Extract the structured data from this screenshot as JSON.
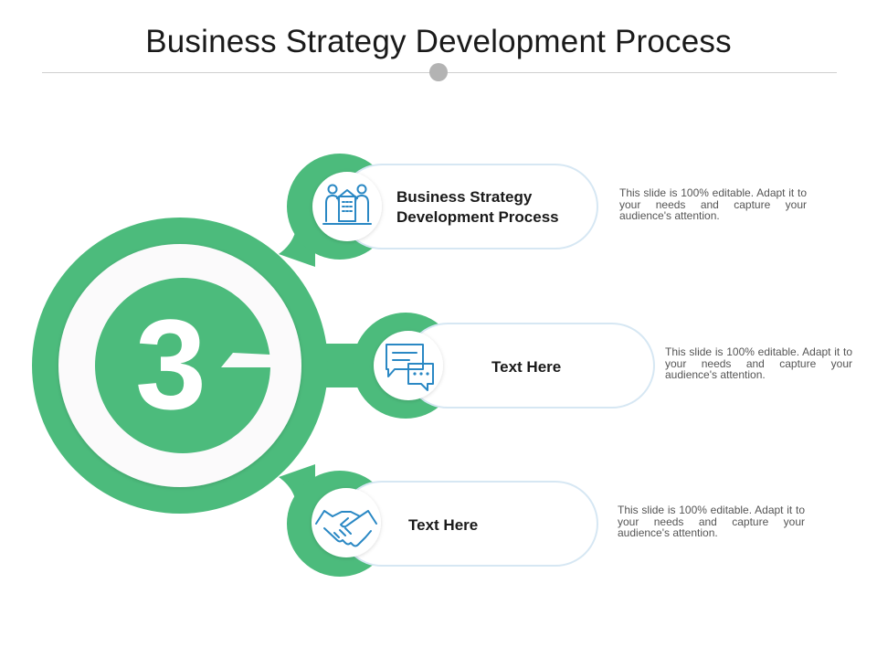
{
  "title": "Business Strategy Development Process",
  "colors": {
    "accent": "#4cbb7c",
    "icon": "#2a88c4",
    "pill_border": "#d6e7f3",
    "center_fill": "#fbfafb"
  },
  "center": {
    "label": "3"
  },
  "steps": [
    {
      "title": "Business Strategy Development Process",
      "icon": "team-building-icon",
      "description": "This slide is 100% editable. Adapt it to your needs and capture your audience's attention."
    },
    {
      "title": "Text Here",
      "icon": "chat-bubbles-icon",
      "description": "This slide is 100% editable. Adapt it to your needs and capture your audience's attention."
    },
    {
      "title": "Text Here",
      "icon": "handshake-icon",
      "description": "This slide is 100% editable. Adapt it to your needs and capture your audience's attention."
    }
  ]
}
